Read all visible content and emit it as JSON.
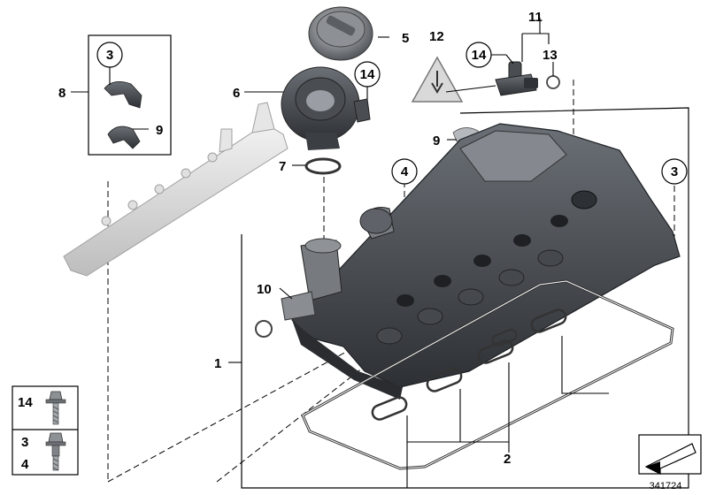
{
  "callouts": {
    "c1": "1",
    "c2": "2",
    "c3a": "3",
    "c3b": "3",
    "c4": "4",
    "c5": "5",
    "c6": "6",
    "c7": "7",
    "c8": "8",
    "c9a": "9",
    "c9b": "9",
    "c10": "10",
    "c11": "11",
    "c12": "12",
    "c13": "13",
    "c14a": "14",
    "c14b": "14"
  },
  "legend": {
    "row1": "14",
    "row2a": "3",
    "row2b": "4"
  },
  "diagram_id": "341724",
  "colors": {
    "part_dark": "#3a3d42",
    "part_mid": "#5c6066",
    "part_light": "#9a9ea4",
    "rail": "#d9d9d9",
    "ink": "#000000"
  }
}
